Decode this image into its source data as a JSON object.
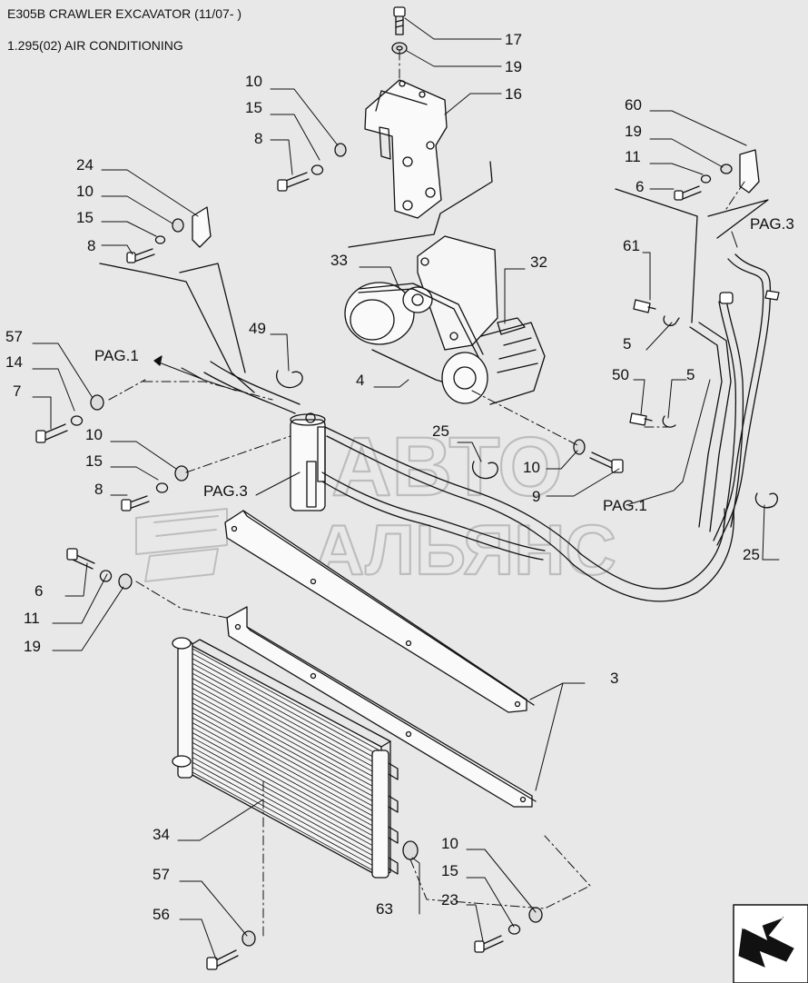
{
  "header": {
    "title": "E305B CRAWLER EXCAVATOR (11/07- )",
    "section": "1.295(02) AIR CONDITIONING"
  },
  "callouts": [
    {
      "id": "c17",
      "text": "17"
    },
    {
      "id": "c19a",
      "text": "19"
    },
    {
      "id": "c16",
      "text": "16"
    },
    {
      "id": "c10a",
      "text": "10"
    },
    {
      "id": "c15a",
      "text": "15"
    },
    {
      "id": "c8a",
      "text": "8"
    },
    {
      "id": "c24",
      "text": "24"
    },
    {
      "id": "c10b",
      "text": "10"
    },
    {
      "id": "c15b",
      "text": "15"
    },
    {
      "id": "c8b",
      "text": "8"
    },
    {
      "id": "c33",
      "text": "33"
    },
    {
      "id": "c32",
      "text": "32"
    },
    {
      "id": "c4",
      "text": "4"
    },
    {
      "id": "c49",
      "text": "49"
    },
    {
      "id": "c57a",
      "text": "57"
    },
    {
      "id": "c14",
      "text": "14"
    },
    {
      "id": "c7",
      "text": "7"
    },
    {
      "id": "c10c",
      "text": "10"
    },
    {
      "id": "c15c",
      "text": "15"
    },
    {
      "id": "c8c",
      "text": "8"
    },
    {
      "id": "c60",
      "text": "60"
    },
    {
      "id": "c19b",
      "text": "19"
    },
    {
      "id": "c11a",
      "text": "11"
    },
    {
      "id": "c6a",
      "text": "6"
    },
    {
      "id": "c61",
      "text": "61"
    },
    {
      "id": "c5a",
      "text": "5"
    },
    {
      "id": "c50",
      "text": "50"
    },
    {
      "id": "c5b",
      "text": "5"
    },
    {
      "id": "c25a",
      "text": "25"
    },
    {
      "id": "c10d",
      "text": "10"
    },
    {
      "id": "c9",
      "text": "9"
    },
    {
      "id": "c25b",
      "text": "25"
    },
    {
      "id": "c6b",
      "text": "6"
    },
    {
      "id": "c11b",
      "text": "11"
    },
    {
      "id": "c19c",
      "text": "19"
    },
    {
      "id": "c3",
      "text": "3"
    },
    {
      "id": "c34",
      "text": "34"
    },
    {
      "id": "c57b",
      "text": "57"
    },
    {
      "id": "c56",
      "text": "56"
    },
    {
      "id": "c63",
      "text": "63"
    },
    {
      "id": "c10e",
      "text": "10"
    },
    {
      "id": "c15d",
      "text": "15"
    },
    {
      "id": "c23",
      "text": "23"
    }
  ],
  "page_refs": [
    {
      "id": "pag1a",
      "text": "PAG.1"
    },
    {
      "id": "pag3a",
      "text": "PAG.3"
    },
    {
      "id": "pag3b",
      "text": "PAG.3"
    },
    {
      "id": "pag1b",
      "text": "PAG.1"
    }
  ],
  "watermark": {
    "line1": "АВТО",
    "line2": "АЛЬЯНС"
  },
  "icons": {
    "next_page": "arrow-next-page-icon"
  },
  "colors": {
    "background": "#e8e8e8",
    "ink": "#111111",
    "watermark": "#9a9a9a"
  }
}
